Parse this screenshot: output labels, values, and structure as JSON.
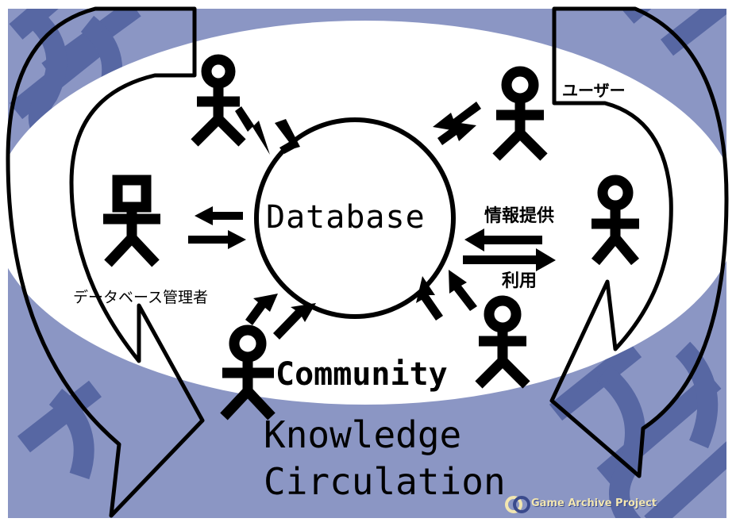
{
  "diagram": {
    "center_label": "Database",
    "community_label": "Community",
    "knowledge_line1": "Knowledge",
    "knowledge_line2": "Circulation",
    "user_label": "ユーザー",
    "provide_label": "情報提供",
    "use_label": "利用",
    "admin_label": "データベース管理者"
  },
  "logo": {
    "mark": "GA",
    "text": "Game Archive Project"
  },
  "colors": {
    "background": "#8b96c4",
    "pattern": "#4e5f9e",
    "oval": "#ffffff",
    "ink": "#000000",
    "logo_text": "#f2e6b0"
  }
}
